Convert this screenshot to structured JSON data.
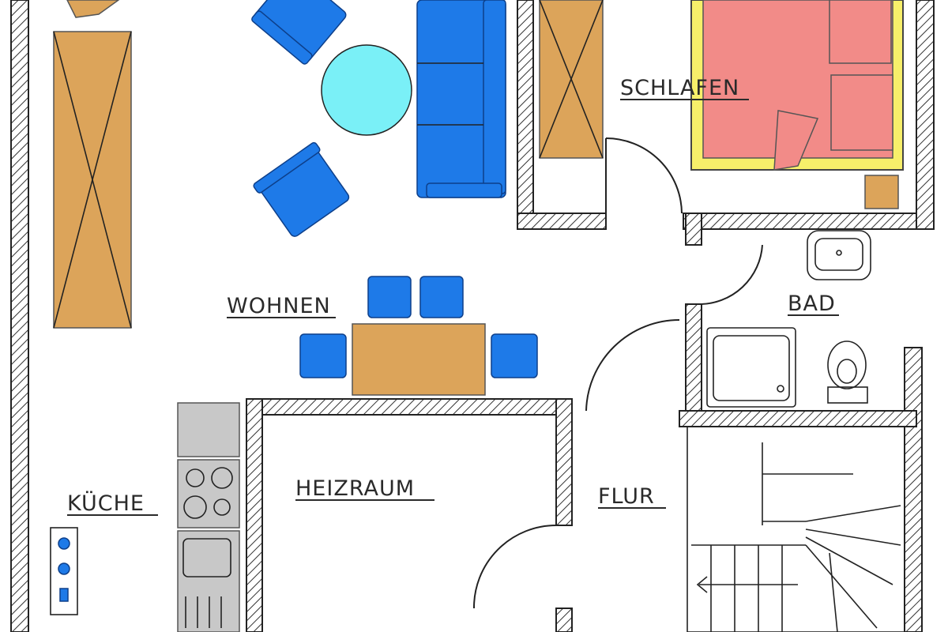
{
  "rooms": {
    "wohnen": "WOHNEN",
    "schlafen": "SCHLAFEN",
    "bad": "BAD",
    "kueche": "KÜCHE",
    "heizraum": "HEIZRAUM",
    "flur": "FLUR"
  },
  "colors": {
    "upholstery": "#1e7ae8",
    "wood": "#dca45a",
    "coffee_table": "#7af0f7",
    "bed": "#f28b88",
    "bed_frame": "#f7ef6a",
    "appliance": "#c8c8c8",
    "wall_line": "#222222"
  }
}
